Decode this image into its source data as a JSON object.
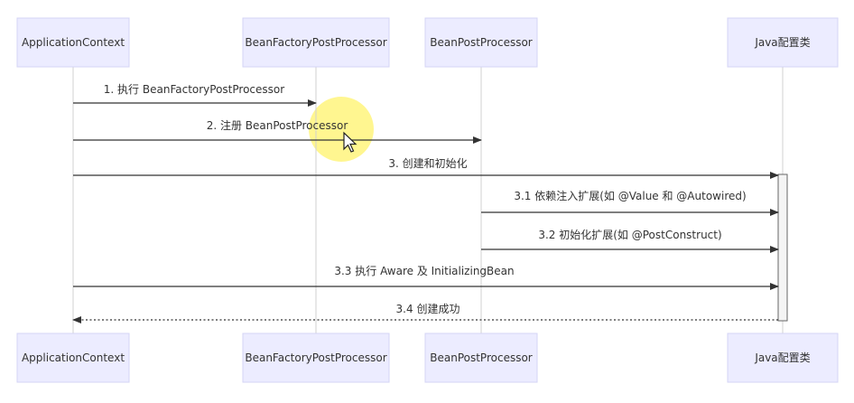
{
  "actors": [
    {
      "id": "app",
      "label": "ApplicationContext"
    },
    {
      "id": "bfpp",
      "label": "BeanFactoryPostProcessor"
    },
    {
      "id": "bpp",
      "label": "BeanPostProcessor"
    },
    {
      "id": "java",
      "label": "Java配置类"
    }
  ],
  "messages": [
    {
      "from": "app",
      "to": "bfpp",
      "label": "1. 执行 BeanFactoryPostProcessor",
      "style": "solid"
    },
    {
      "from": "app",
      "to": "bpp",
      "label": "2. 注册 BeanPostProcessor",
      "style": "solid"
    },
    {
      "from": "app",
      "to": "java",
      "label": "3. 创建和初始化",
      "style": "solid"
    },
    {
      "from": "bpp",
      "to": "java",
      "label": "3.1 依赖注入扩展(如 @Value 和 @Autowired)",
      "style": "solid"
    },
    {
      "from": "bpp",
      "to": "java",
      "label": "3.2 初始化扩展(如 @PostConstruct)",
      "style": "solid"
    },
    {
      "from": "app",
      "to": "java",
      "label": "3.3 执行 Aware 及 InitializingBean",
      "style": "solid"
    },
    {
      "from": "java",
      "to": "app",
      "label": "3.4 创建成功",
      "style": "dashed"
    }
  ],
  "colors": {
    "actor_fill": "#ececff",
    "actor_border": "#d4d4f5",
    "line": "#333333",
    "lifeline": "#d0d0d0",
    "cursor_highlight": "#fff36b"
  },
  "icons": {
    "cursor": "mouse-pointer-icon"
  }
}
